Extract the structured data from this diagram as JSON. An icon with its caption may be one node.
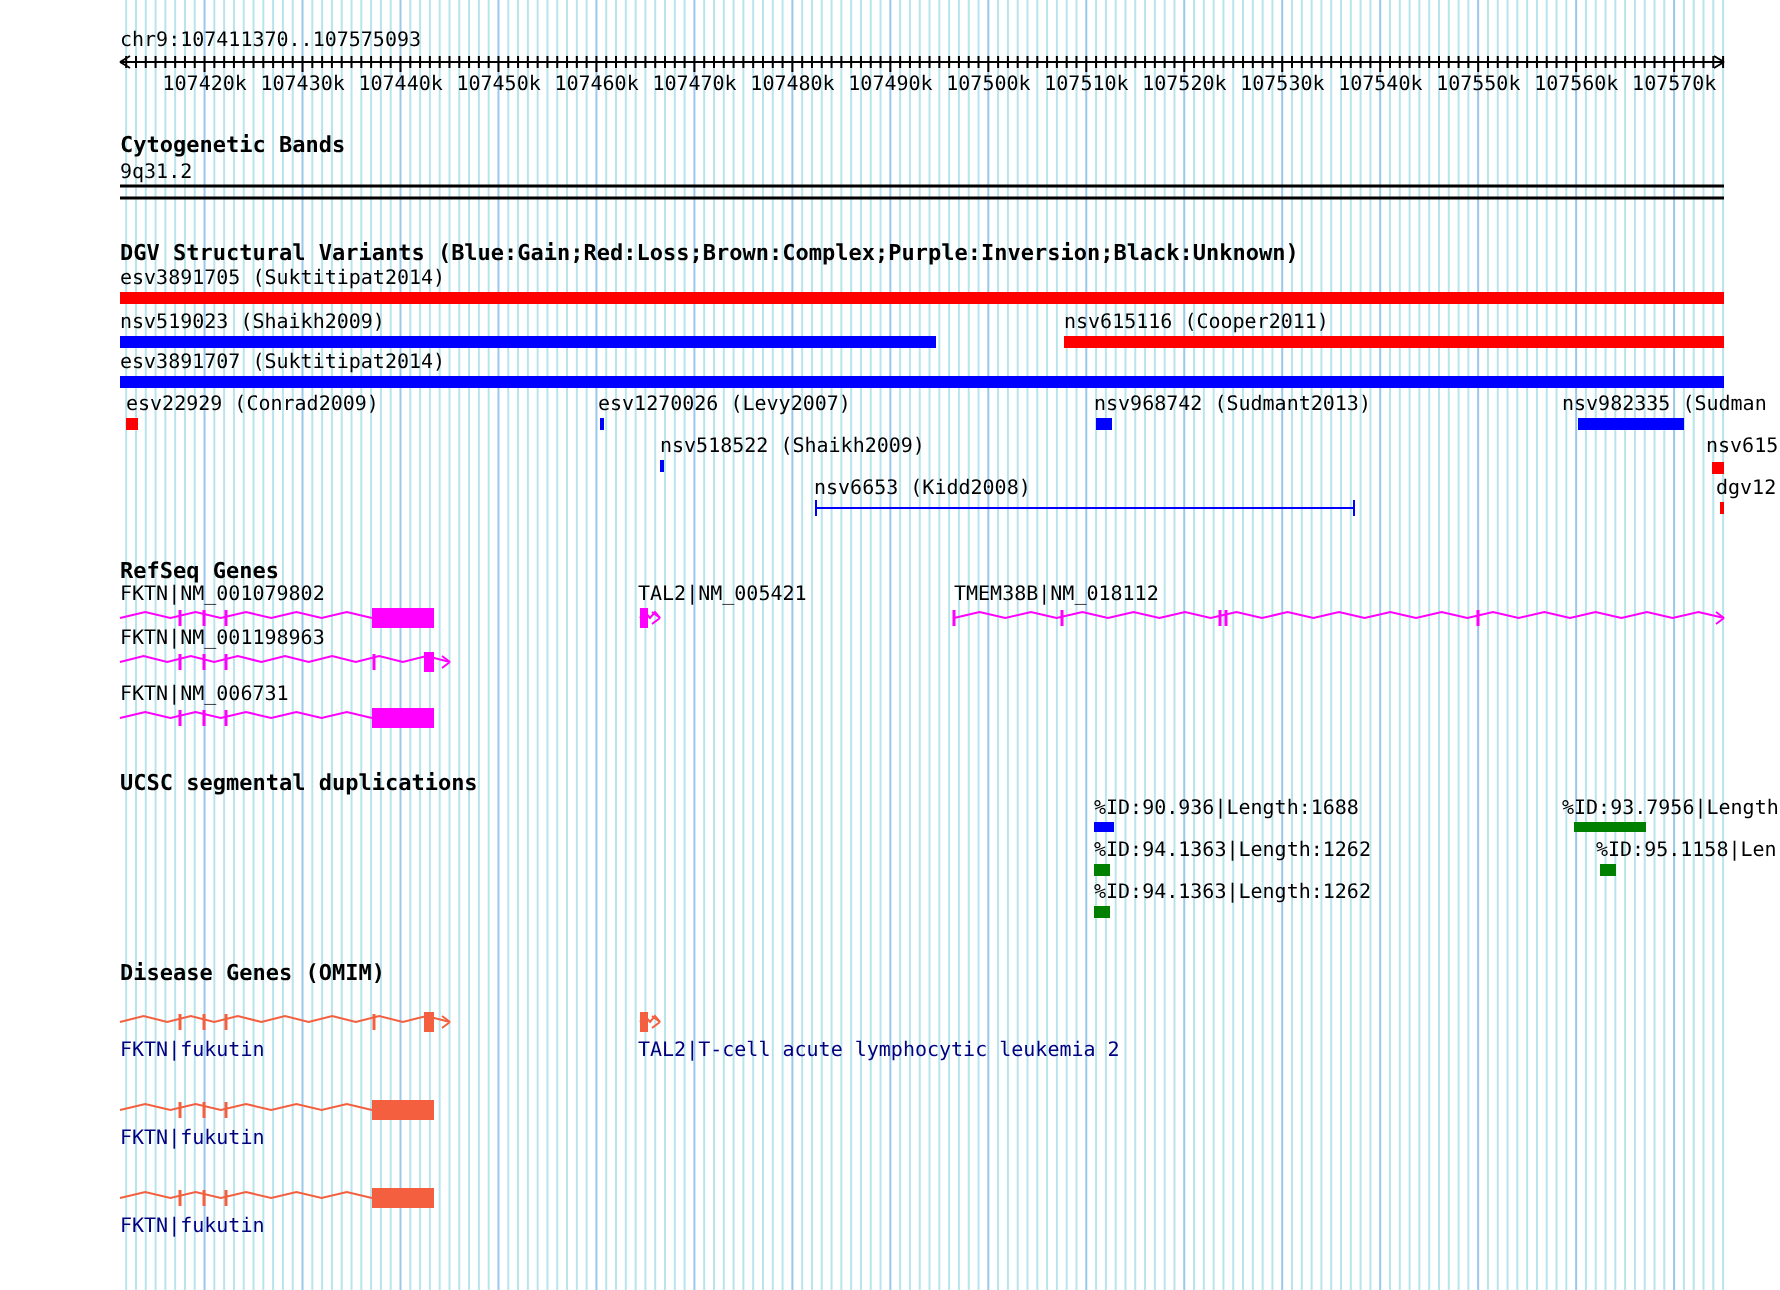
{
  "diagram": {
    "title": "chr9:107411370..107575093",
    "labels": [
      "107420k",
      "107430k",
      "107440k",
      "107450k",
      "107460k",
      "107470k",
      "107480k",
      "107490k",
      "107500k",
      "107510k",
      "107520k",
      "107530k",
      "107540k",
      "107550k",
      "107560k",
      "107570k",
      "Cytogenetic Bands",
      "9q31.2",
      "DGV Structural Variants (Blue:Gain;Red:Loss;Brown:Complex;Purple:Inversion;Black:Unknown)",
      "esv3891705 (Suktitipat2014)",
      "nsv519023 (Shaikh2009)",
      "nsv615116 (Cooper2011)",
      "esv3891707 (Suktitipat2014)",
      "esv22929 (Conrad2009)",
      "esv1270026 (Levy2007)",
      "nsv968742 (Sudmant2013)",
      "nsv982335 (Sudman",
      "nsv518522 (Shaikh2009)",
      "nsv615",
      "nsv6653 (Kidd2008)",
      "dgv12",
      "RefSeq Genes",
      "FKTN|NM_001079802",
      "TAL2|NM_005421",
      "TMEM38B|NM_018112",
      "FKTN|NM_001198963",
      "FKTN|NM_006731",
      "UCSC segmental duplications",
      "%ID:90.936|Length:1688",
      "%ID:93.7956|Length",
      "%ID:94.1363|Length:1262",
      "%ID:95.1158|Len",
      "%ID:94.1363|Length:1262",
      "Disease Genes (OMIM)",
      "FKTN|fukutin",
      "TAL2|T-cell acute lymphocytic leukemia 2",
      "FKTN|fukutin",
      "FKTN|fukutin"
    ]
  }
}
